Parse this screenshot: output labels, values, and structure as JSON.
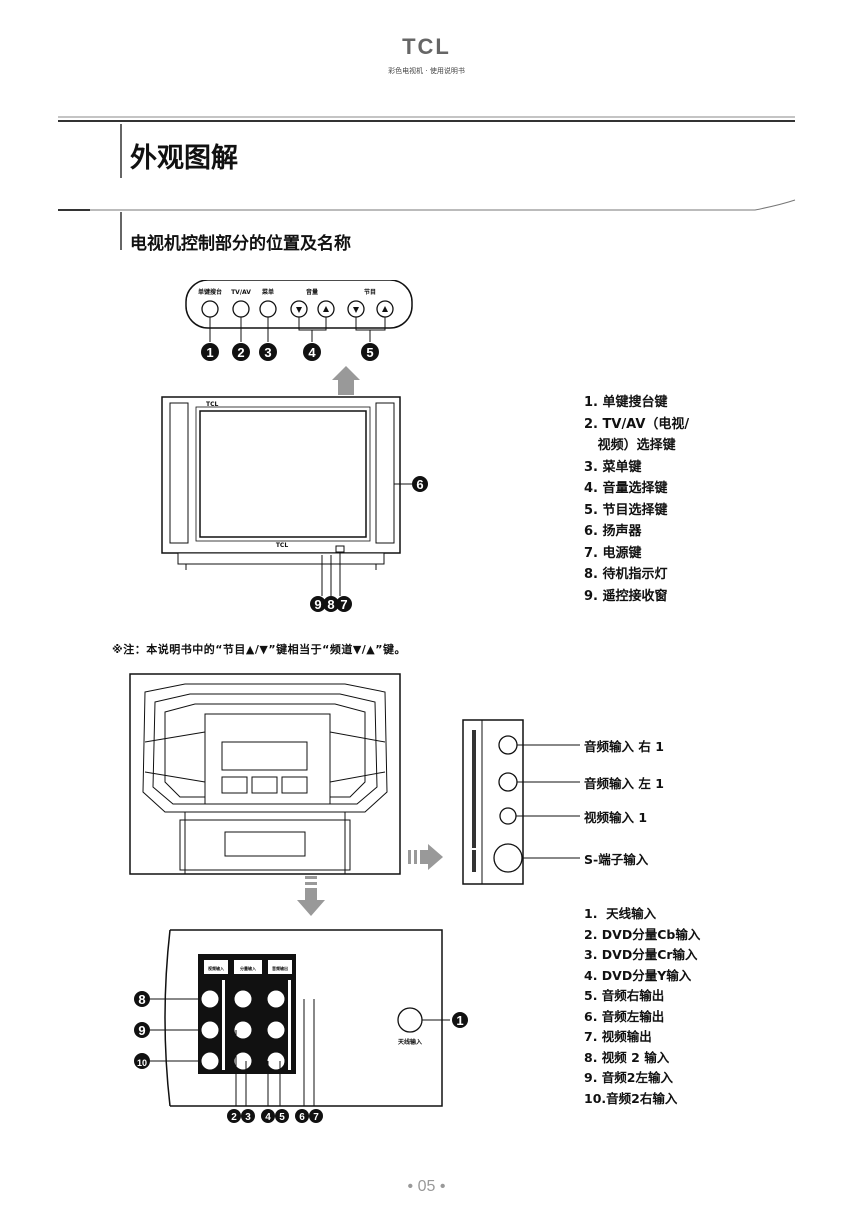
{
  "header": {
    "brand": "TCL",
    "subtitle": "彩色电视机 · 使用说明书"
  },
  "section": {
    "title": "外观图解",
    "subtitle": "电视机控制部分的位置及名称"
  },
  "control_panel": {
    "labels": [
      "单键搜台",
      "TV/AV",
      "菜单",
      "音量",
      "节目"
    ],
    "callouts": [
      "1",
      "2",
      "3",
      "4",
      "5"
    ],
    "front_callouts": [
      "9",
      "8",
      "7"
    ],
    "speaker_callout": "6"
  },
  "legend_front": [
    "1. 单键搜台键",
    "2. TV/AV（电视/",
    "   视频）选择键",
    "3. 菜单键",
    "4. 音量选择键",
    "5. 节目选择键",
    "6. 扬声器",
    "7. 电源键",
    "8. 待机指示灯",
    "9. 遥控接收窗"
  ],
  "note": "※注：本说明书中的“节目▲/▼”键相当于“频道▼/▲”键。",
  "side_inputs": [
    "音频输入 右 1",
    "音频输入 左 1",
    "视频输入 1",
    "S-端子输入"
  ],
  "rear_panel": {
    "headers": [
      "视频输入",
      "分量输入",
      "音频输出"
    ],
    "antenna_label": "天线输入",
    "left_callouts": [
      "8",
      "9",
      "10"
    ],
    "right_callout": "1",
    "bottom_callouts": [
      "2",
      "3",
      "4",
      "5",
      "6",
      "7"
    ]
  },
  "legend_rear": [
    "1.  天线输入",
    "2. DVD分量Cb输入",
    "3. DVD分量Cr输入",
    "4. DVD分量Y输入",
    "5. 音频右输出",
    "6. 音频左输出",
    "7. 视频输出",
    "8. 视频 2 输入",
    "9. 音频2左输入",
    "10.音频2右输入"
  ],
  "page_number": "• 05 •"
}
